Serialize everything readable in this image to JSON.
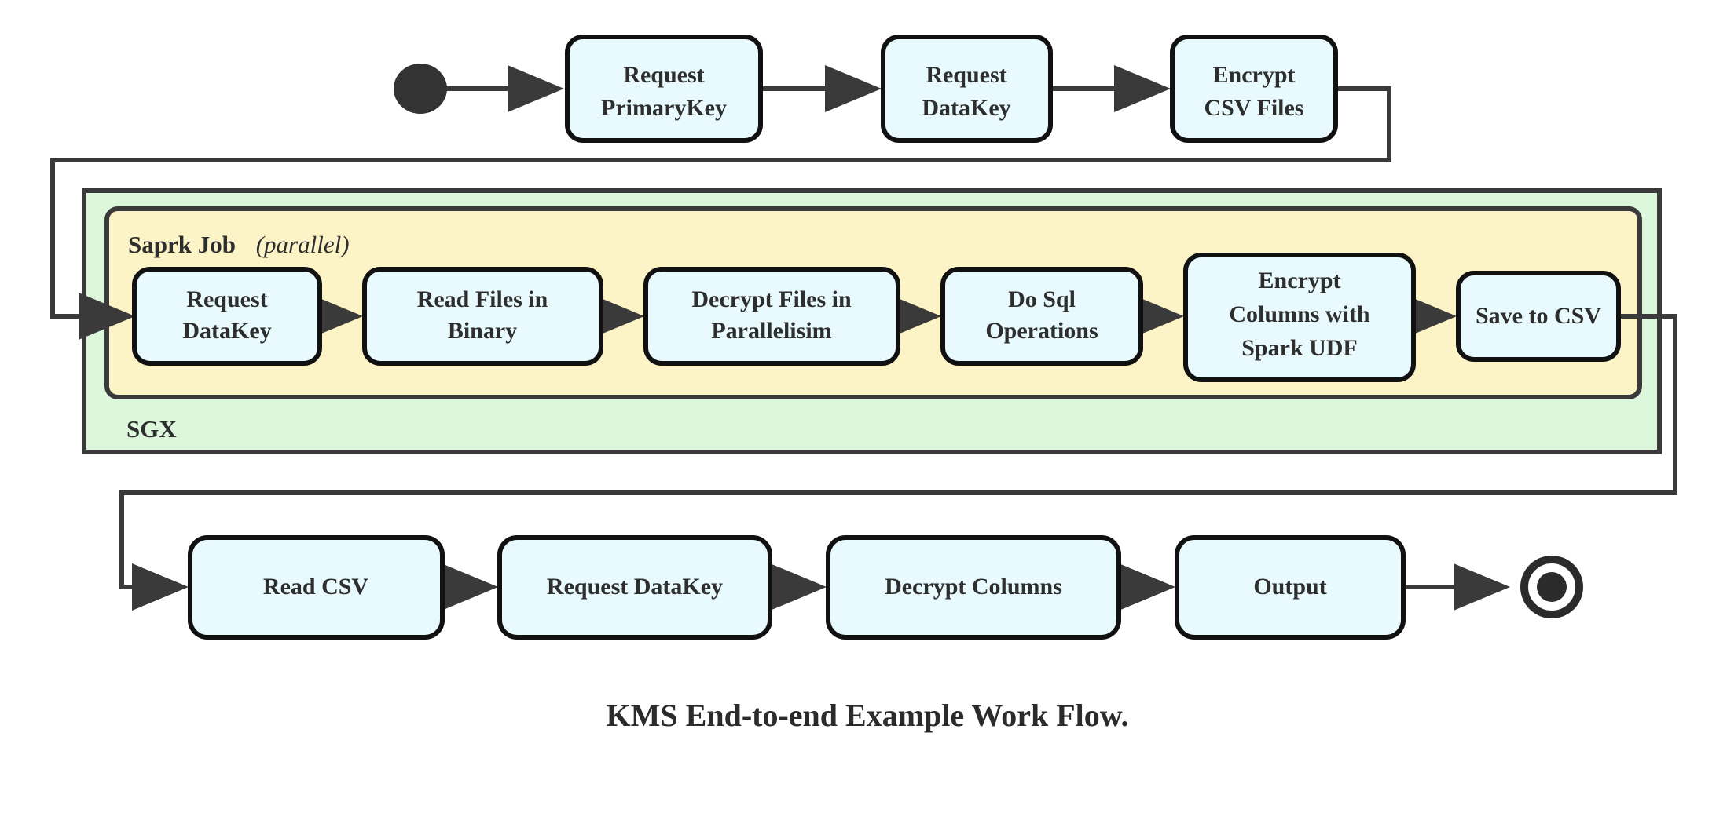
{
  "caption": "KMS End-to-end Example Work Flow.",
  "colors": {
    "node_fill": "#e8fafd",
    "node_stroke": "#111111",
    "sgx_region_fill": "#ddf7dd",
    "spark_region_fill": "#fcf3c6",
    "region_stroke": "#3a3a3a",
    "edge": "#3a3a3a",
    "text": "#2e2e2e"
  },
  "nodes": {
    "start": {
      "name": "start-node",
      "label": ""
    },
    "end": {
      "name": "end-node",
      "label": ""
    },
    "row_top": [
      {
        "id": "request-primarykey",
        "lines": [
          "Request",
          "PrimaryKey"
        ]
      },
      {
        "id": "request-datakey-top",
        "lines": [
          "Request",
          "DataKey"
        ]
      },
      {
        "id": "encrypt-csv-files",
        "lines": [
          "Encrypt",
          "CSV Files"
        ]
      }
    ],
    "row_spark": [
      {
        "id": "request-datakey-spark",
        "lines": [
          "Request",
          "DataKey"
        ]
      },
      {
        "id": "read-files-in-binary",
        "lines": [
          "Read Files in",
          "Binary"
        ]
      },
      {
        "id": "decrypt-files-in-parallelisim",
        "lines": [
          "Decrypt Files in",
          "Parallelisim"
        ]
      },
      {
        "id": "do-sql-operations",
        "lines": [
          "Do Sql",
          "Operations"
        ]
      },
      {
        "id": "encrypt-columns-with-spark-udf",
        "lines": [
          "Encrypt",
          "Columns with",
          "Spark UDF"
        ]
      },
      {
        "id": "save-to-csv",
        "lines": [
          "Save to CSV"
        ]
      }
    ],
    "row_bottom": [
      {
        "id": "read-csv",
        "lines": [
          "Read CSV"
        ]
      },
      {
        "id": "request-datakey-bottom",
        "lines": [
          "Request DataKey"
        ]
      },
      {
        "id": "decrypt-columns",
        "lines": [
          "Decrypt Columns"
        ]
      },
      {
        "id": "output",
        "lines": [
          "Output"
        ]
      }
    ]
  },
  "regions": {
    "sgx": {
      "label": "SGX"
    },
    "spark_job": {
      "label_bold": "Saprk Job",
      "label_italic": "(parallel)"
    }
  }
}
